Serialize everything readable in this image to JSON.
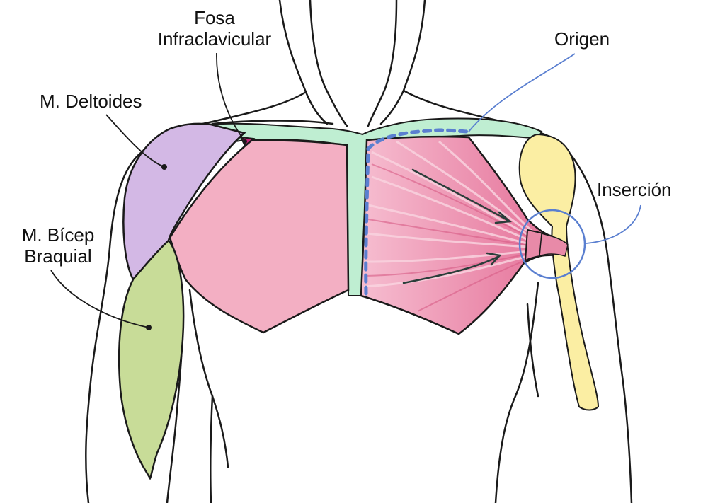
{
  "labels": {
    "fosa_line1": "Fosa",
    "fosa_line2": "Infraclavicular",
    "deltoides": "M. Deltoides",
    "bicep_line1": "M. Bícep",
    "bicep_line2": "Braquial",
    "origen": "Origen",
    "insercion": "Inserción"
  },
  "colors": {
    "deltoid": "#d3b8e5",
    "biceps": "#c8dc98",
    "pectoral": "#f3afc3",
    "pectoral_fibers": "#e9799e",
    "clavicle_sternum": "#bfeed2",
    "humerus": "#fbeea3",
    "fossa": "#c8237a",
    "annotation_blue": "#5a7fd0",
    "outline": "#1a1a1a"
  }
}
